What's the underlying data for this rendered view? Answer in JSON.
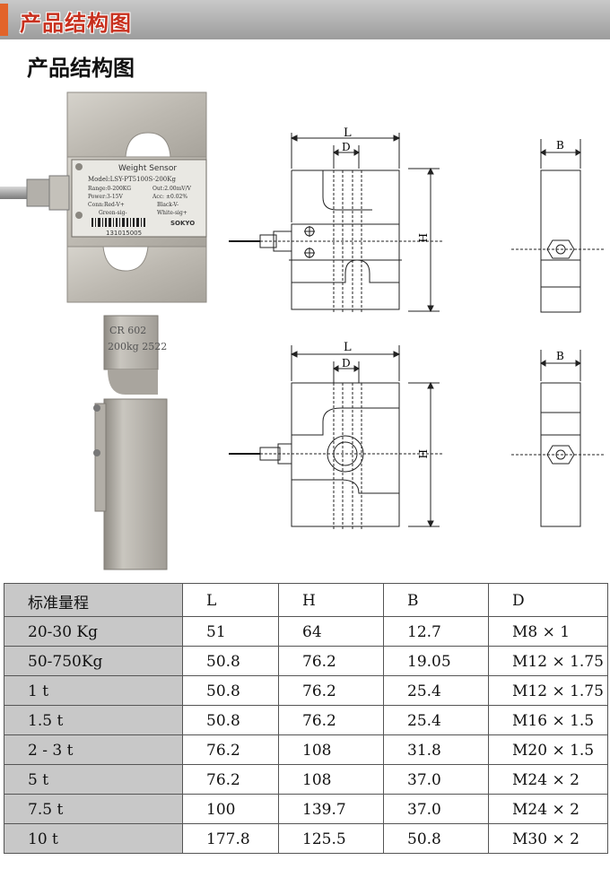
{
  "banner_title": "产品结构图",
  "section_title": "产品结构图",
  "sensor_label": {
    "title": "Weight Sensor",
    "model": "Model:LSY-PT5100S-200Kg",
    "range": "Range:0-200KG",
    "out": "Out:2.00mV/V",
    "power": "Power:3-15V",
    "acc": "Acc: ±0.02%",
    "conn_red": "Conn:Red-V+",
    "black": "Black-V-",
    "green": "Green-sig-",
    "white": "White-sig+",
    "brand": "SOKYO",
    "serial": "131015005"
  },
  "stamp": {
    "line1": "CR  602",
    "line2": "200kg 2522"
  },
  "drawings": {
    "L": "L",
    "D": "D",
    "H": "H",
    "B": "B"
  },
  "table": {
    "headers": [
      "标准量程",
      "L",
      "H",
      "B",
      "D"
    ],
    "rows": [
      [
        "20-30 Kg",
        "51",
        "64",
        "12.7",
        "M8 × 1"
      ],
      [
        "50-750Kg",
        "50.8",
        "76.2",
        "19.05",
        "M12 × 1.75"
      ],
      [
        "1 t",
        "50.8",
        "76.2",
        "25.4",
        "M12 × 1.75"
      ],
      [
        "1.5 t",
        "50.8",
        "76.2",
        "25.4",
        "M16 × 1.5"
      ],
      [
        "2 - 3 t",
        "76.2",
        "108",
        "31.8",
        "M20 × 1.5"
      ],
      [
        "5 t",
        "76.2",
        "108",
        "37.0",
        "M24 × 2"
      ],
      [
        "7.5 t",
        "100",
        "139.7",
        "37.0",
        "M24 × 2"
      ],
      [
        "10 t",
        "177.8",
        "125.5",
        "50.8",
        "M30 × 2"
      ]
    ]
  }
}
